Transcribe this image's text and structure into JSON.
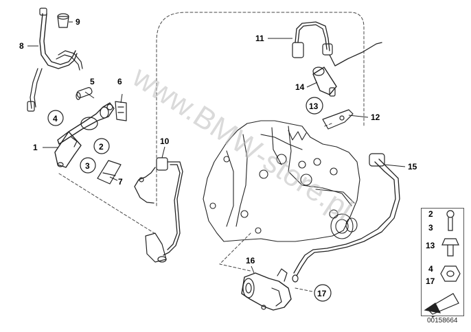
{
  "watermark": "www.BMW-store.pl",
  "diagram_number": "00158664",
  "callouts": {
    "c1": "1",
    "c2": "2",
    "c3": "3",
    "c4": "4",
    "c5": "5",
    "c6": "6",
    "c7": "7",
    "c8": "8",
    "c9": "9",
    "c10": "10",
    "c11": "11",
    "c12": "12",
    "c13": "13",
    "c14": "14",
    "c15": "15",
    "c16": "16",
    "c17": "17"
  },
  "legend": {
    "row1_a": "2",
    "row1_b": "3",
    "row2": "13",
    "row3_a": "4",
    "row3_b": "17"
  }
}
